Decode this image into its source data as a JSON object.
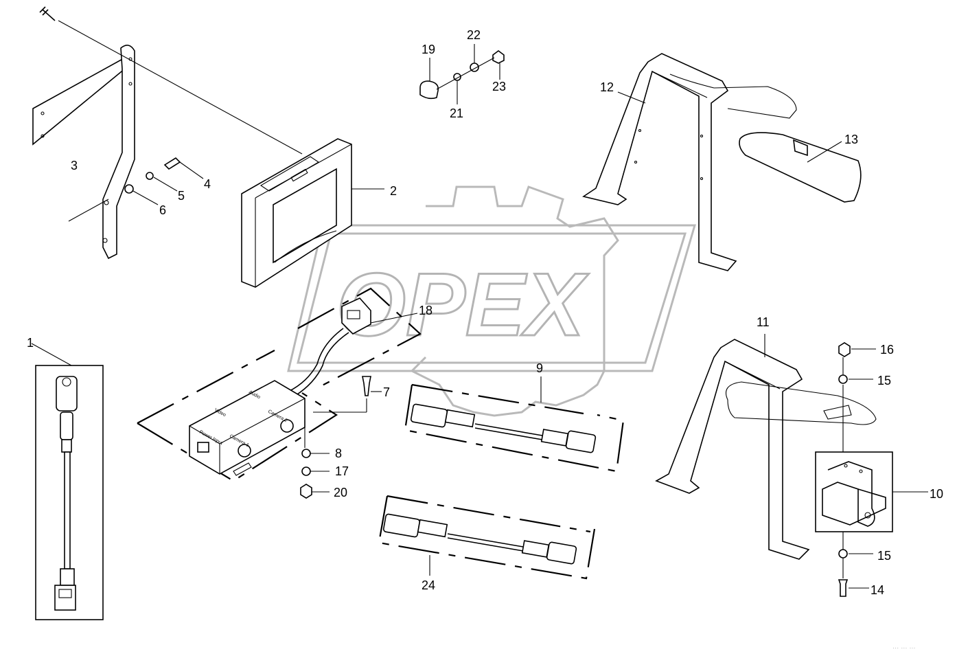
{
  "watermark": {
    "text": "OPEX"
  },
  "callouts": {
    "c1": "1",
    "c2": "2",
    "c3": "3",
    "c4": "4",
    "c5": "5",
    "c6": "6",
    "c7": "7",
    "c8": "8",
    "c9": "9",
    "c10": "10",
    "c11": "11",
    "c12": "12",
    "c13": "13",
    "c14": "14",
    "c15a": "15",
    "c15b": "15",
    "c16": "16",
    "c17": "17",
    "c18": "18",
    "c19": "19",
    "c20": "20",
    "c21": "21",
    "c22": "22",
    "c23": "23",
    "c24": "24"
  },
  "control_box": {
    "power_input": "Power Input",
    "video": "Video",
    "audio": "Audio",
    "camera1": "Camera 1",
    "camera2": "Camera 2"
  },
  "drawing_code": "... ... ..."
}
